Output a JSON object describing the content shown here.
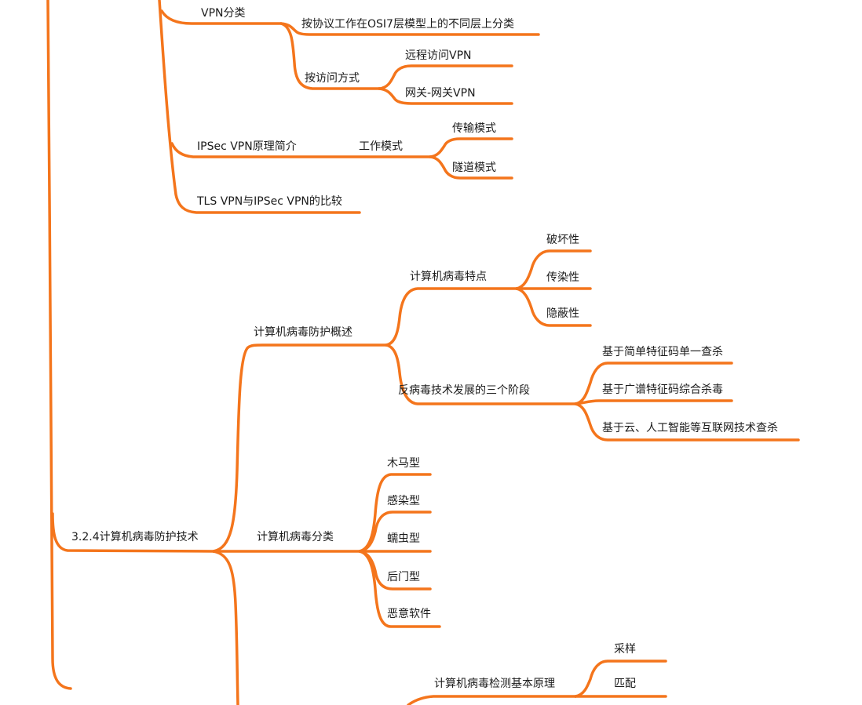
{
  "accent": "#f4751c",
  "text_color": "#1b1b1b",
  "nodes": {
    "vpn_class": {
      "label": "VPN分类"
    },
    "vpn_protocol": {
      "label": "按协议工作在OSI7层模型上的不同层上分类"
    },
    "vpn_access": {
      "label": "按访问方式"
    },
    "remote_vpn": {
      "label": "远程访问VPN"
    },
    "gw_vpn": {
      "label": "网关-网关VPN"
    },
    "ipsec_intro": {
      "label": "IPSec VPN原理简介"
    },
    "work_mode": {
      "label": "工作模式"
    },
    "transport_mode": {
      "label": "传输模式"
    },
    "tunnel_mode": {
      "label": "隧道模式"
    },
    "tls_vs_ipsec": {
      "label": "TLS VPN与IPSec VPN的比较"
    },
    "virus_overview": {
      "label": "计算机病毒防护概述"
    },
    "virus_features": {
      "label": "计算机病毒特点"
    },
    "destructive": {
      "label": "破坏性"
    },
    "infectious": {
      "label": "传染性"
    },
    "stealthy": {
      "label": "隐蔽性"
    },
    "antivirus_stages": {
      "label": "反病毒技术发展的三个阶段"
    },
    "stage_simple": {
      "label": "基于简单特征码单一查杀"
    },
    "stage_broad": {
      "label": "基于广谱特征码综合杀毒"
    },
    "stage_cloud": {
      "label": "基于云、人工智能等互联网技术查杀"
    },
    "section_324": {
      "label": "3.2.4计算机病毒防护技术"
    },
    "virus_types": {
      "label": "计算机病毒分类"
    },
    "trojan": {
      "label": "木马型"
    },
    "infect": {
      "label": "感染型"
    },
    "worm": {
      "label": "蠕虫型"
    },
    "backdoor": {
      "label": "后门型"
    },
    "malware": {
      "label": "恶意软件"
    },
    "virus_detect": {
      "label": "计算机病毒检测基本原理"
    },
    "sampling": {
      "label": "采样"
    },
    "matching": {
      "label": "匹配"
    }
  }
}
